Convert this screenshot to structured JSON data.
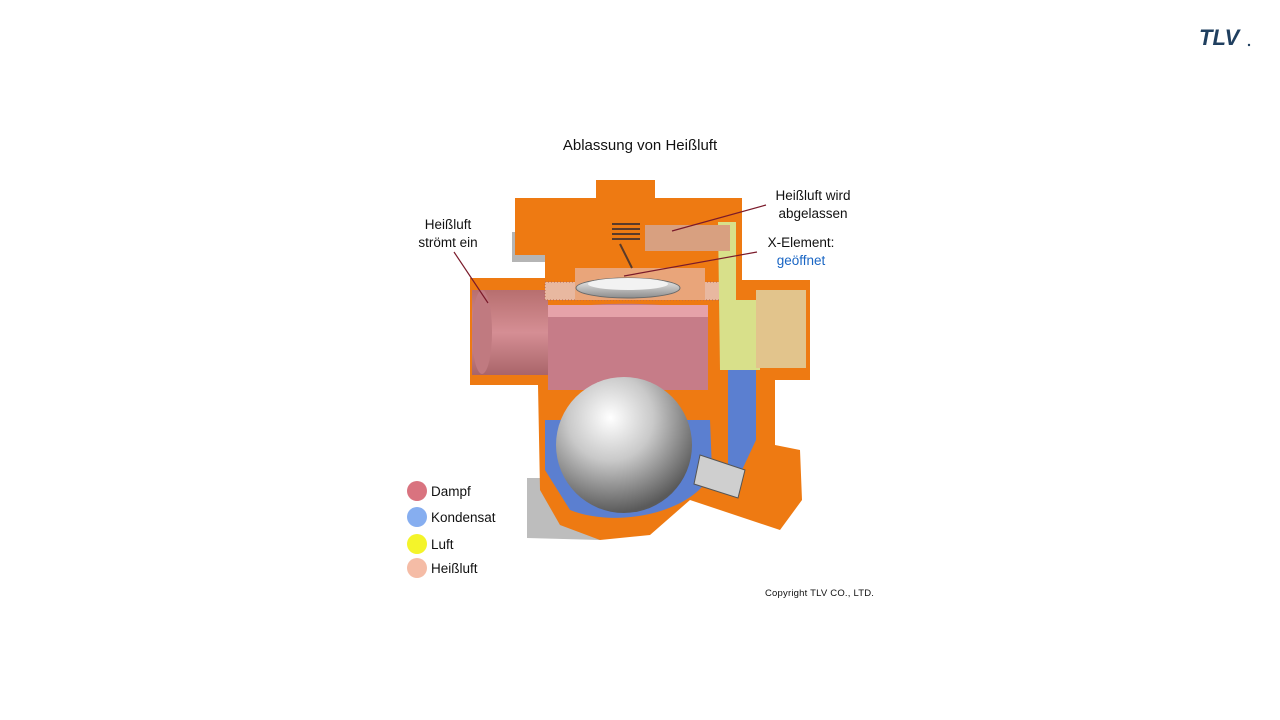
{
  "brand": {
    "logo_text": "TLV",
    "color": "#1f3f5f"
  },
  "diagram": {
    "title": "Ablassung von Heißluft",
    "callouts": {
      "inlet_line1": "Heißluft",
      "inlet_line2": "strömt ein",
      "outlet_line1": "Heißluft wird",
      "outlet_line2": "abgelassen",
      "element_label": "X-Element:",
      "element_state": "geöffnet"
    },
    "colors": {
      "body": "#ee7a12",
      "steam": "#c67c88",
      "condensate": "#5b7fd0",
      "air": "#d8e08a",
      "hot_air": "#e8a888",
      "state_text": "#1a66c4"
    }
  },
  "legend": [
    {
      "label": "Dampf",
      "color": "#d9737f"
    },
    {
      "label": "Kondensat",
      "color": "#86aef0"
    },
    {
      "label": "Luft",
      "color": "#f4f42a"
    },
    {
      "label": "Heißluft",
      "color": "#f5bca6"
    }
  ],
  "copyright": "Copyright TLV CO., LTD."
}
